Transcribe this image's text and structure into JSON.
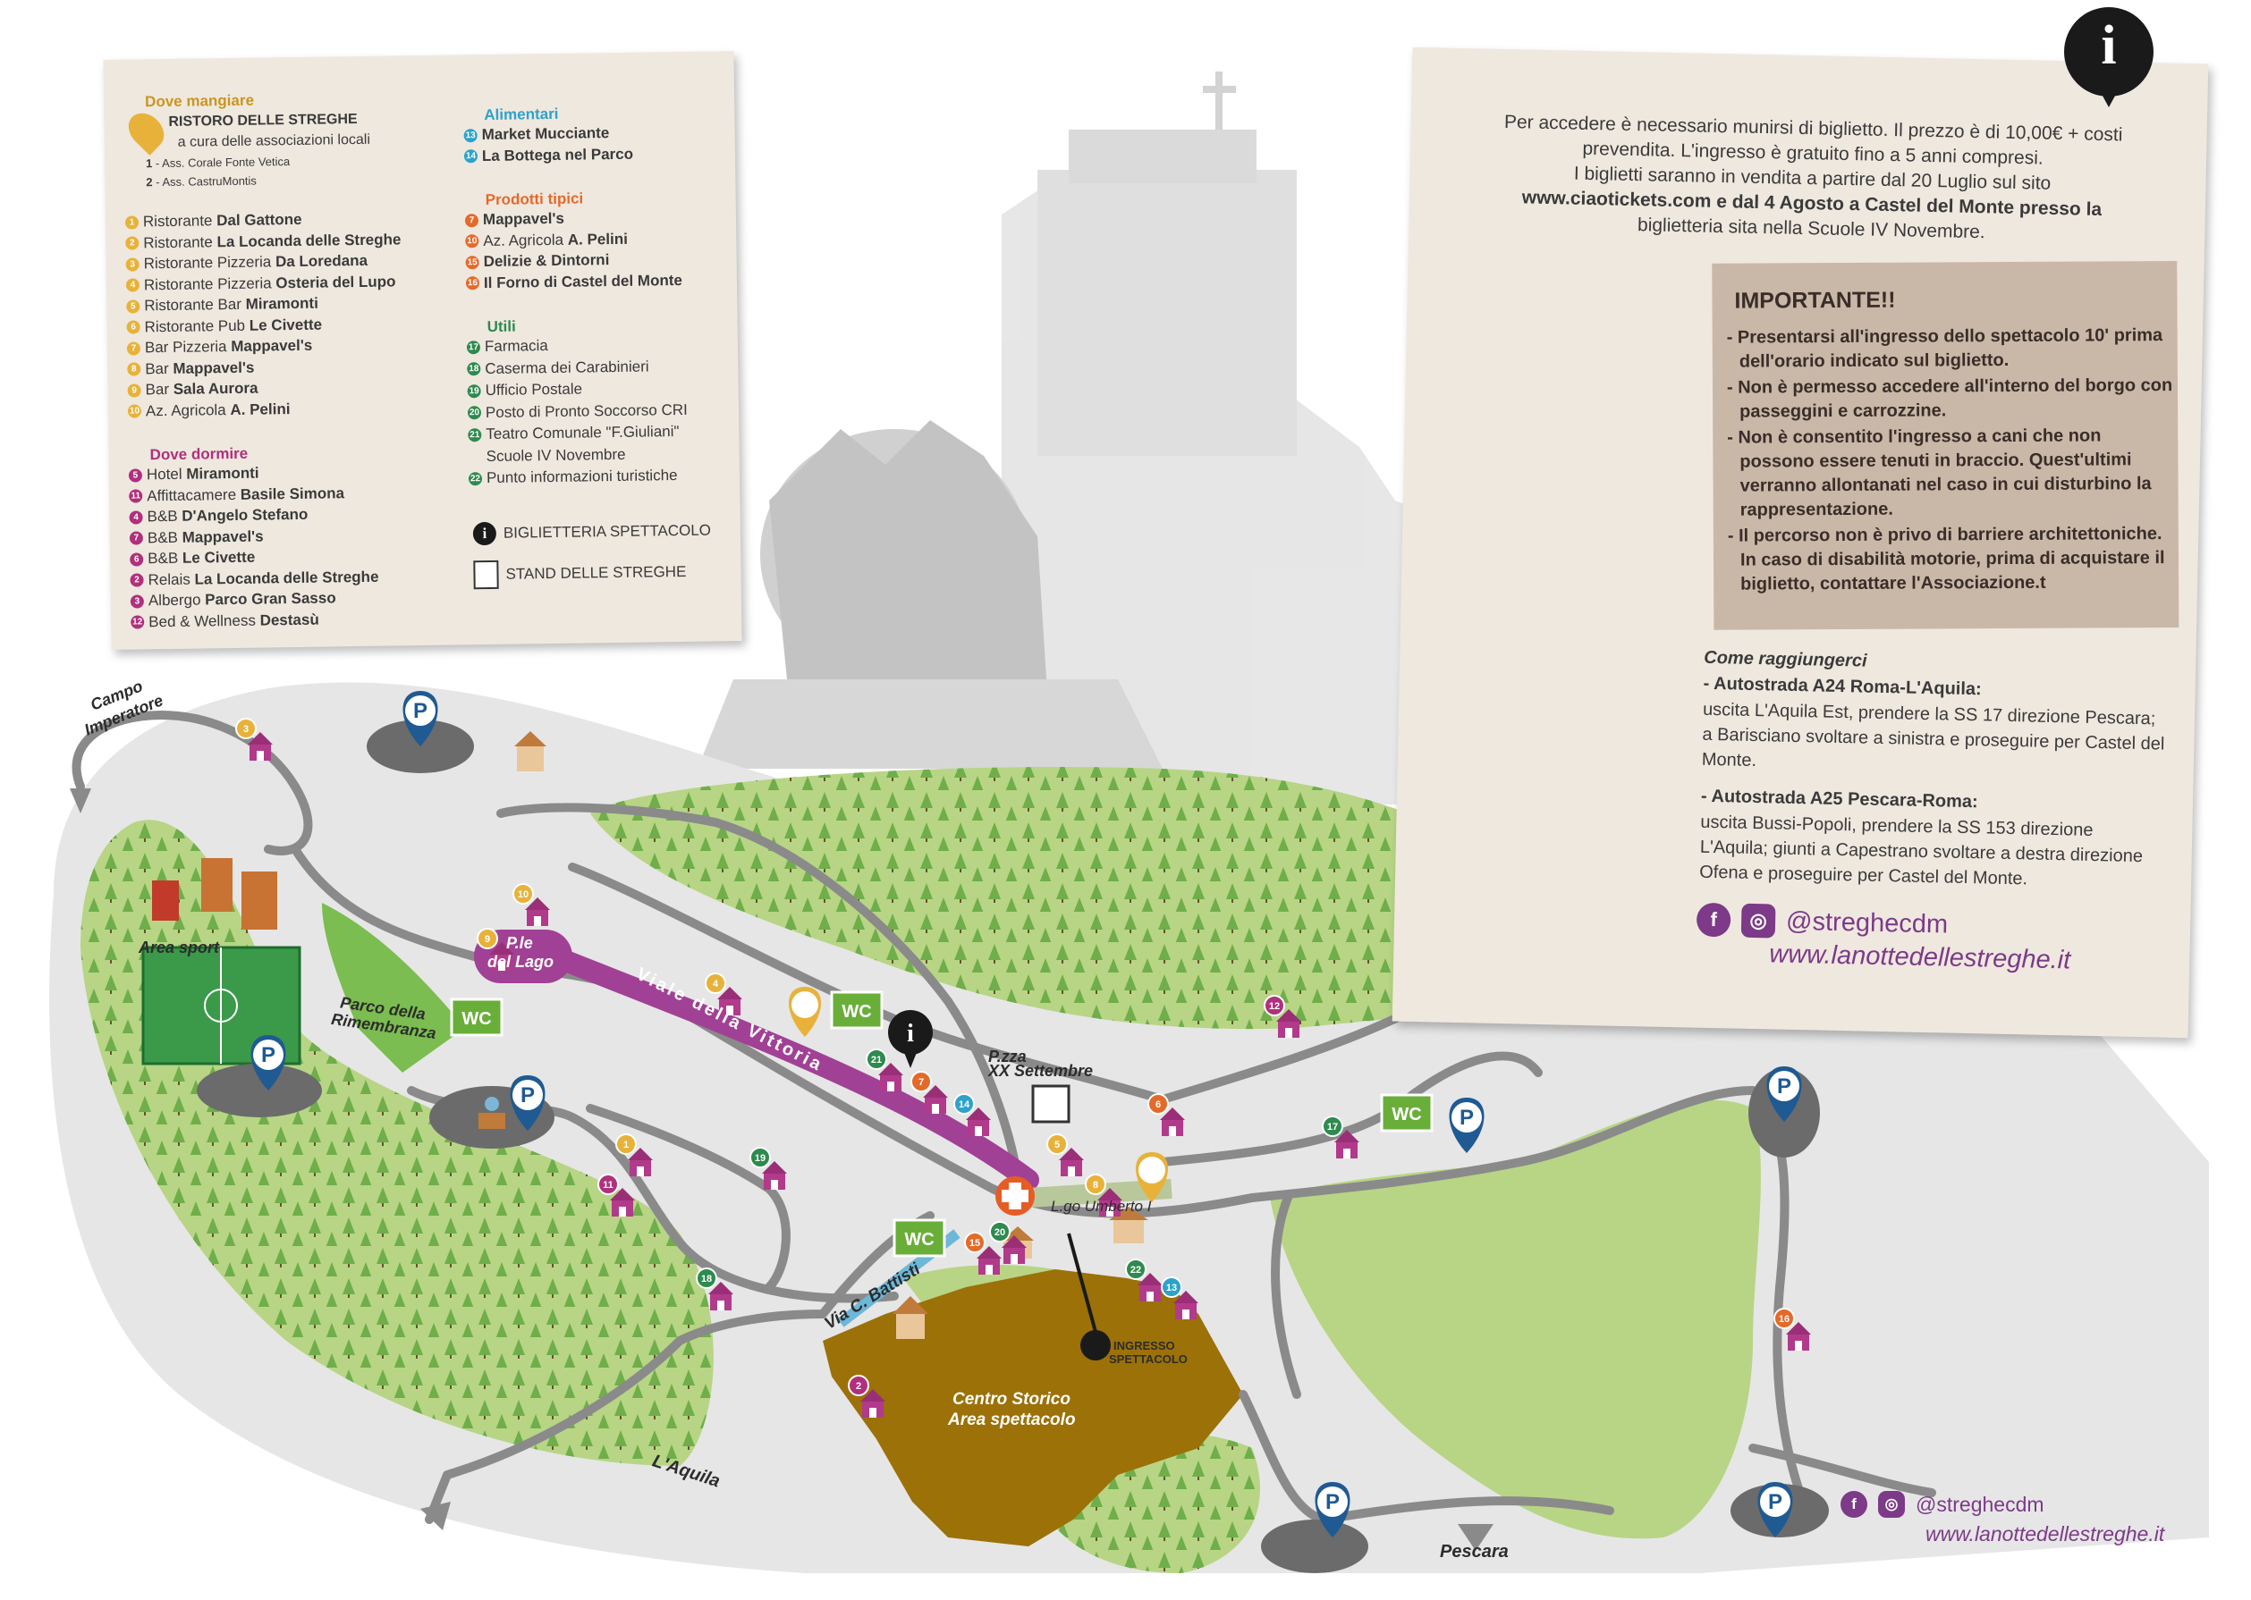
{
  "legend": {
    "eat": {
      "heading": "Dove mangiare",
      "ristoro_title": "RISTORO DELLE STREGHE",
      "ristoro_sub": "a cura delle associazioni locali",
      "assoc": [
        {
          "n": "1",
          "text": "- Ass. Corale Fonte Vetica"
        },
        {
          "n": "2",
          "text": "- Ass. CastruMontis"
        }
      ],
      "items": [
        {
          "n": "1",
          "pre": "Ristorante ",
          "bold": "Dal Gattone"
        },
        {
          "n": "2",
          "pre": "Ristorante ",
          "bold": "La Locanda delle Streghe"
        },
        {
          "n": "3",
          "pre": "Ristorante Pizzeria ",
          "bold": "Da Loredana"
        },
        {
          "n": "4",
          "pre": "Ristorante Pizzeria ",
          "bold": "Osteria del Lupo"
        },
        {
          "n": "5",
          "pre": "Ristorante Bar ",
          "bold": "Miramonti"
        },
        {
          "n": "6",
          "pre": "Ristorante Pub ",
          "bold": "Le Civette"
        },
        {
          "n": "7",
          "pre": "Bar Pizzeria ",
          "bold": "Mappavel's"
        },
        {
          "n": "8",
          "pre": "Bar ",
          "bold": "Mappavel's"
        },
        {
          "n": "9",
          "pre": "Bar ",
          "bold": "Sala Aurora"
        },
        {
          "n": "10",
          "pre": "Az. Agricola ",
          "bold": "A. Pelini"
        }
      ]
    },
    "sleep": {
      "heading": "Dove dormire",
      "items": [
        {
          "n": "5",
          "pre": "Hotel ",
          "bold": "Miramonti"
        },
        {
          "n": "11",
          "pre": "Affittacamere ",
          "bold": "Basile Simona"
        },
        {
          "n": "4",
          "pre": "B&B ",
          "bold": "D'Angelo Stefano"
        },
        {
          "n": "7",
          "pre": "B&B ",
          "bold": "Mappavel's"
        },
        {
          "n": "6",
          "pre": "B&B ",
          "bold": "Le Civette"
        },
        {
          "n": "2",
          "pre": "Relais ",
          "bold": "La Locanda delle Streghe"
        },
        {
          "n": "3",
          "pre": "Albergo ",
          "bold": "Parco Gran Sasso"
        },
        {
          "n": "12",
          "pre": "Bed & Wellness ",
          "bold": "Destasù"
        }
      ]
    },
    "food": {
      "heading": "Alimentari",
      "items": [
        {
          "n": "13",
          "pre": "",
          "bold": "Market Mucciante"
        },
        {
          "n": "14",
          "pre": "",
          "bold": "La Bottega nel Parco"
        }
      ]
    },
    "typical": {
      "heading": "Prodotti tipici",
      "items": [
        {
          "n": "7",
          "pre": "",
          "bold": "Mappavel's"
        },
        {
          "n": "10",
          "pre": "Az. Agricola ",
          "bold": "A. Pelini"
        },
        {
          "n": "15",
          "pre": "",
          "bold": "Delizie & Dintorni"
        },
        {
          "n": "16",
          "pre": "",
          "bold": "Il Forno di Castel del Monte"
        }
      ]
    },
    "useful": {
      "heading": "Utili",
      "items": [
        {
          "n": "17",
          "text": "Farmacia"
        },
        {
          "n": "18",
          "text": "Caserma dei Carabinieri"
        },
        {
          "n": "19",
          "text": "Ufficio Postale"
        },
        {
          "n": "20",
          "text": "Posto di Pronto Soccorso CRI"
        },
        {
          "n": "21",
          "text": "Teatro Comunale \"F.Giuliani\""
        },
        {
          "n": "",
          "text": "Scuole IV Novembre"
        },
        {
          "n": "22",
          "text": "Punto informazioni turistiche"
        }
      ]
    },
    "tickets_label": "BIGLIETTERIA SPETTACOLO",
    "stand_label": "STAND DELLE STREGHE",
    "colors": {
      "eat": "#c9961f",
      "sleep": "#b0307d",
      "food": "#2ea2c9",
      "typical": "#e46a2a",
      "useful": "#2e8a4e"
    }
  },
  "info": {
    "intro": [
      "Per accedere è necessario munirsi di biglietto. Il prezzo è di 10,00€ + costi",
      "prevendita. L'ingresso è gratuito fino a 5 anni compresi.",
      "I biglietti saranno in vendita a partire dal 20 Luglio sul sito",
      "www.ciaotickets.com e dal 4 Agosto a Castel del Monte presso la",
      "biglietteria sita nella Scuole IV Novembre."
    ],
    "important_title": "IMPORTANTE!!",
    "important_items": [
      "- Presentarsi all'ingresso dello spettacolo 10' prima dell'orario indicato sul biglietto.",
      "- Non è permesso accedere all'interno del borgo con passeggini e carrozzine.",
      "- Non è consentito l'ingresso a cani che non possono essere tenuti in braccio. Quest'ultimi verranno allontanati nel caso in cui disturbino la rappresentazione.",
      "- Il percorso non è privo di barriere architettoniche. In caso di disabilità motorie, prima di acquistare il biglietto, contattare l'Associazione.t"
    ],
    "how_title": "Come raggiungerci",
    "route1_title": "- Autostrada A24 Roma-L'Aquila:",
    "route1_text": "uscita L'Aquila Est, prendere la SS 17 direzione Pescara; a Barisciano svoltare a sinistra e proseguire per Castel del Monte.",
    "route2_title": "- Autostrada A25 Pescara-Roma:",
    "route2_text": "uscita Bussi-Popoli, prendere la SS 153 direzione L'Aquila; giunti a Capestrano svoltare a destra direzione Ofena e proseguire per Castel del Monte.",
    "social_handle": "@streghecdm",
    "website": "www.lanottedellestreghe.it",
    "info_icon": "i"
  },
  "map_labels": {
    "campo": "Campo",
    "imperatore": "Imperatore",
    "area_sport": "Area sport",
    "parco1": "Parco della",
    "parco2": "Rimembranza",
    "lago1": "P.le",
    "lago2": "del Lago",
    "viale": "Viale della Vittoria",
    "piazza1": "P.zza",
    "piazza2": "XX Settembre",
    "largo": "L.go Umberto I",
    "battisti": "Via C. Battisti",
    "centro1": "Centro Storico",
    "centro2": "Area spettacolo",
    "ingresso1": "INGRESSO",
    "ingresso2": "SPETTACOLO",
    "aquila": "L'Aquila",
    "pescara": "Pescara",
    "wc": "WC",
    "parking": "P",
    "footer_handle": "@streghecdm",
    "footer_site": "www.lanottedellestreghe.it"
  },
  "map_markers": {
    "houses": [
      {
        "n": "3",
        "color": "#e8b23a"
      },
      {
        "n": "10",
        "color": "#e8b23a"
      },
      {
        "n": "9",
        "color": "#e8b23a"
      },
      {
        "n": "4",
        "color": "#e8b23a"
      },
      {
        "n": "21",
        "color": "#2e8a4e"
      },
      {
        "n": "7",
        "color": "#e46a2a"
      },
      {
        "n": "14",
        "color": "#2ea2c9"
      },
      {
        "n": "12",
        "color": "#b0307d"
      },
      {
        "n": "6",
        "color": "#e46a2a"
      },
      {
        "n": "5",
        "color": "#e8b23a"
      },
      {
        "n": "8",
        "color": "#e8b23a"
      },
      {
        "n": "1",
        "color": "#e8b23a"
      },
      {
        "n": "11",
        "color": "#b0307d"
      },
      {
        "n": "19",
        "color": "#2e8a4e"
      },
      {
        "n": "18",
        "color": "#2e8a4e"
      },
      {
        "n": "20",
        "color": "#2e8a4e"
      },
      {
        "n": "15",
        "color": "#e46a2a"
      },
      {
        "n": "22",
        "color": "#2e8a4e"
      },
      {
        "n": "13",
        "color": "#2ea2c9"
      },
      {
        "n": "2",
        "color": "#b0307d"
      },
      {
        "n": "17",
        "color": "#2e8a4e"
      },
      {
        "n": "16",
        "color": "#e46a2a"
      }
    ]
  }
}
